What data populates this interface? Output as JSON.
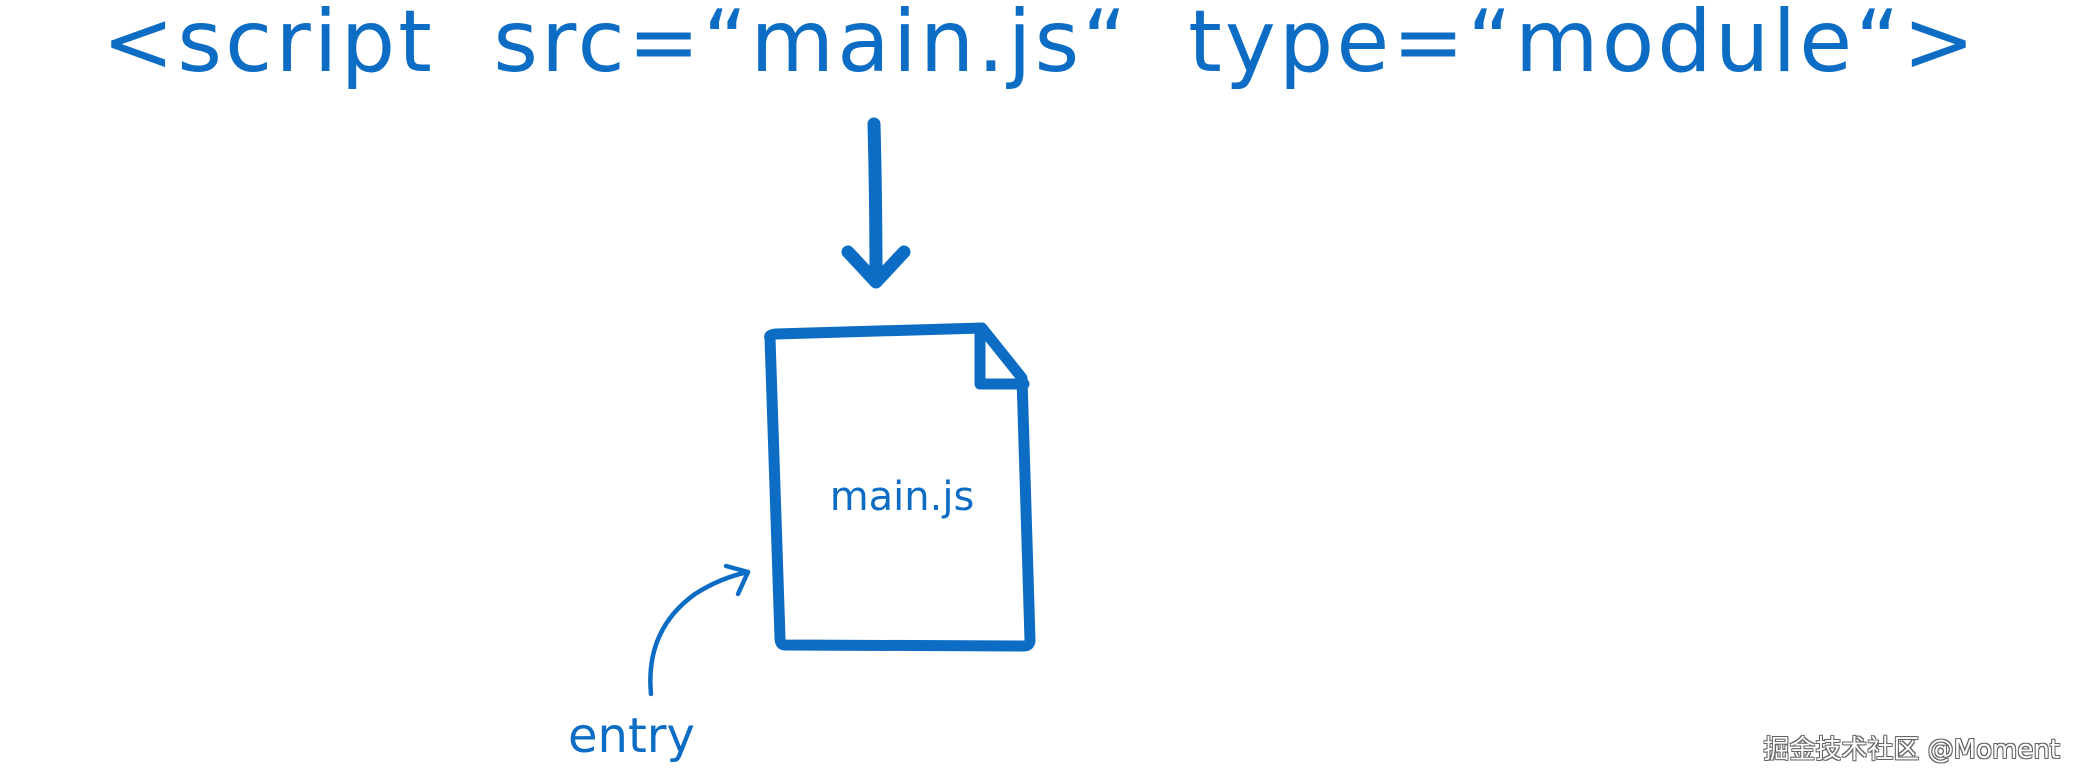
{
  "code_line": "<script src=“main.js“ type=“module“>",
  "file": {
    "name": "main.js",
    "icon": "document-icon"
  },
  "arrow_icon": "arrow-down-icon",
  "callout": {
    "label": "entry",
    "icon": "curved-arrow-icon"
  },
  "watermark": "掘金技术社区 @Moment",
  "colors": {
    "ink": "#0d6cc3",
    "background": "#ffffff"
  }
}
